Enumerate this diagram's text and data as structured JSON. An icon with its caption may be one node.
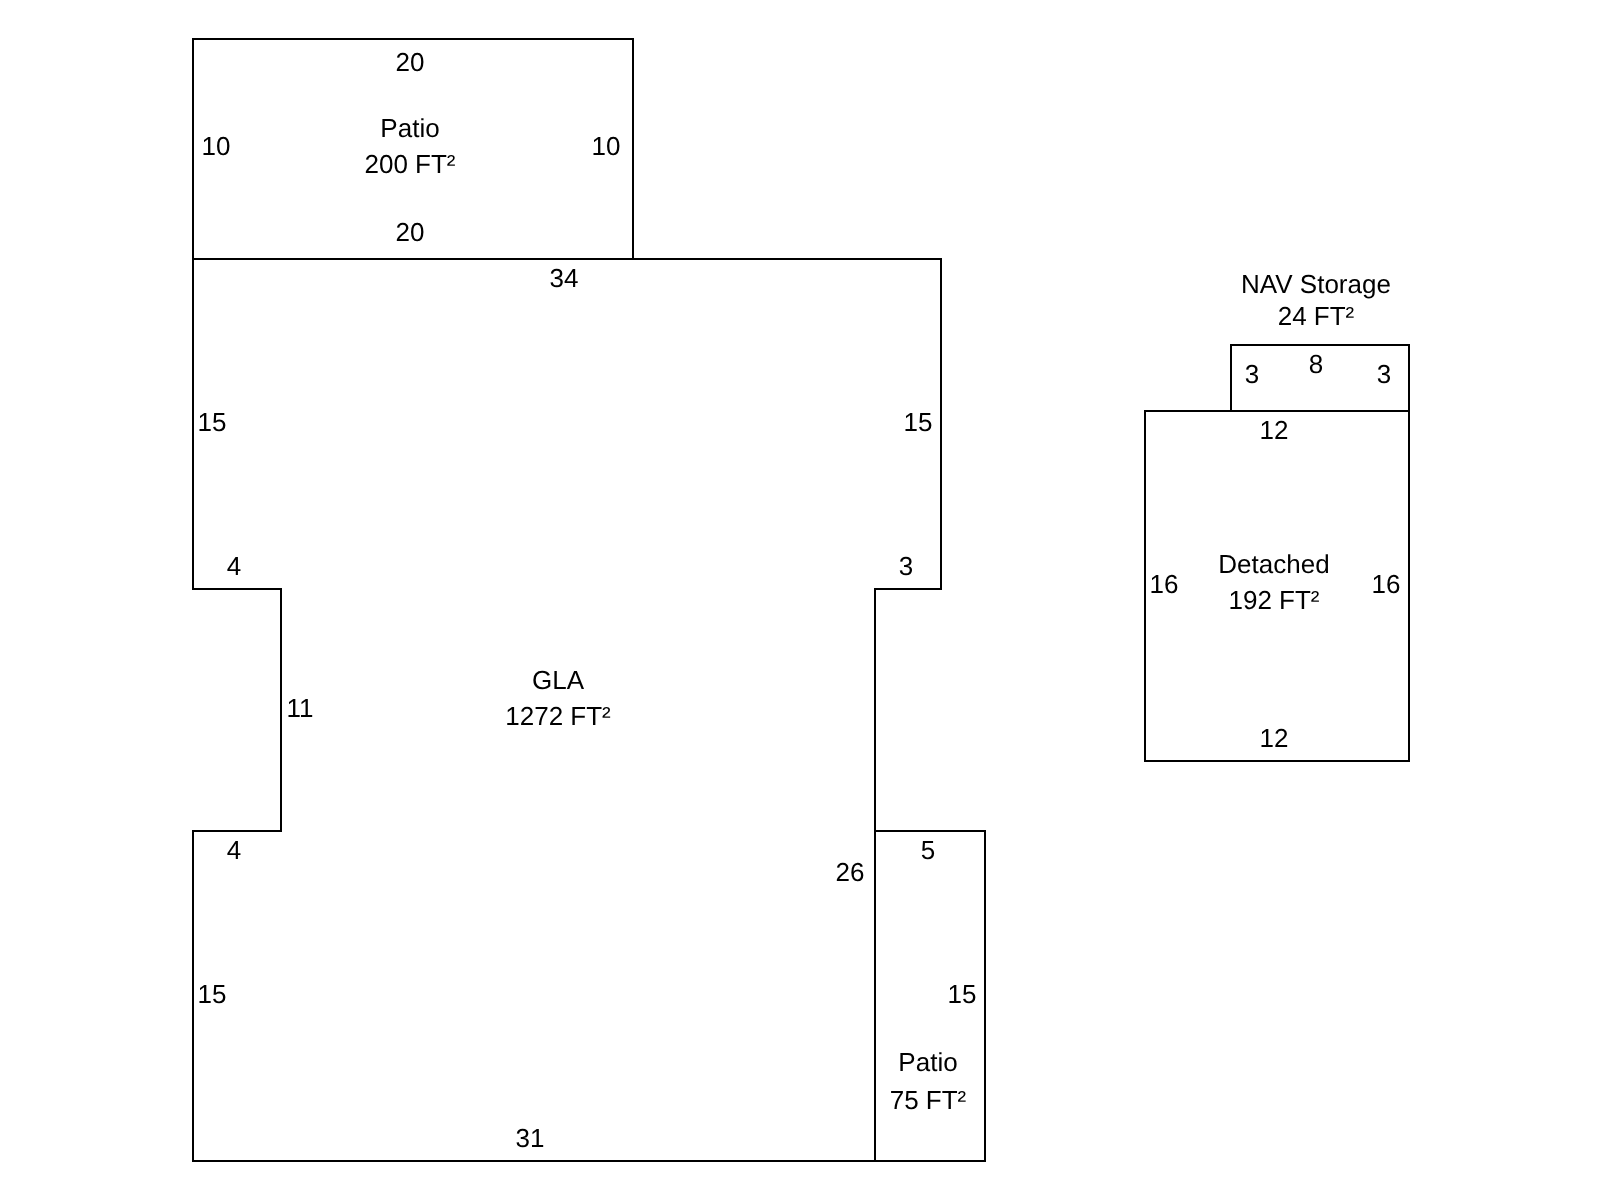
{
  "diagram": {
    "nodes": [
      {
        "text": [
          "Patio",
          "200 FT²"
        ]
      },
      {
        "text": [
          "GLA",
          "1272 FT²"
        ]
      },
      {
        "text": [
          "Patio",
          "75 FT²"
        ]
      },
      {
        "text": [
          "NAV Storage",
          "24 FT²"
        ]
      },
      {
        "text": [
          "Detached",
          "192 FT²"
        ]
      }
    ],
    "edges": [],
    "labels": [
      "20",
      "10",
      "10",
      "20",
      "34",
      "3",
      "8",
      "3",
      "15",
      "15",
      "12",
      "4",
      "3",
      "16",
      "16",
      "11",
      "12",
      "4",
      "5",
      "26",
      "15",
      "15",
      "31"
    ]
  }
}
